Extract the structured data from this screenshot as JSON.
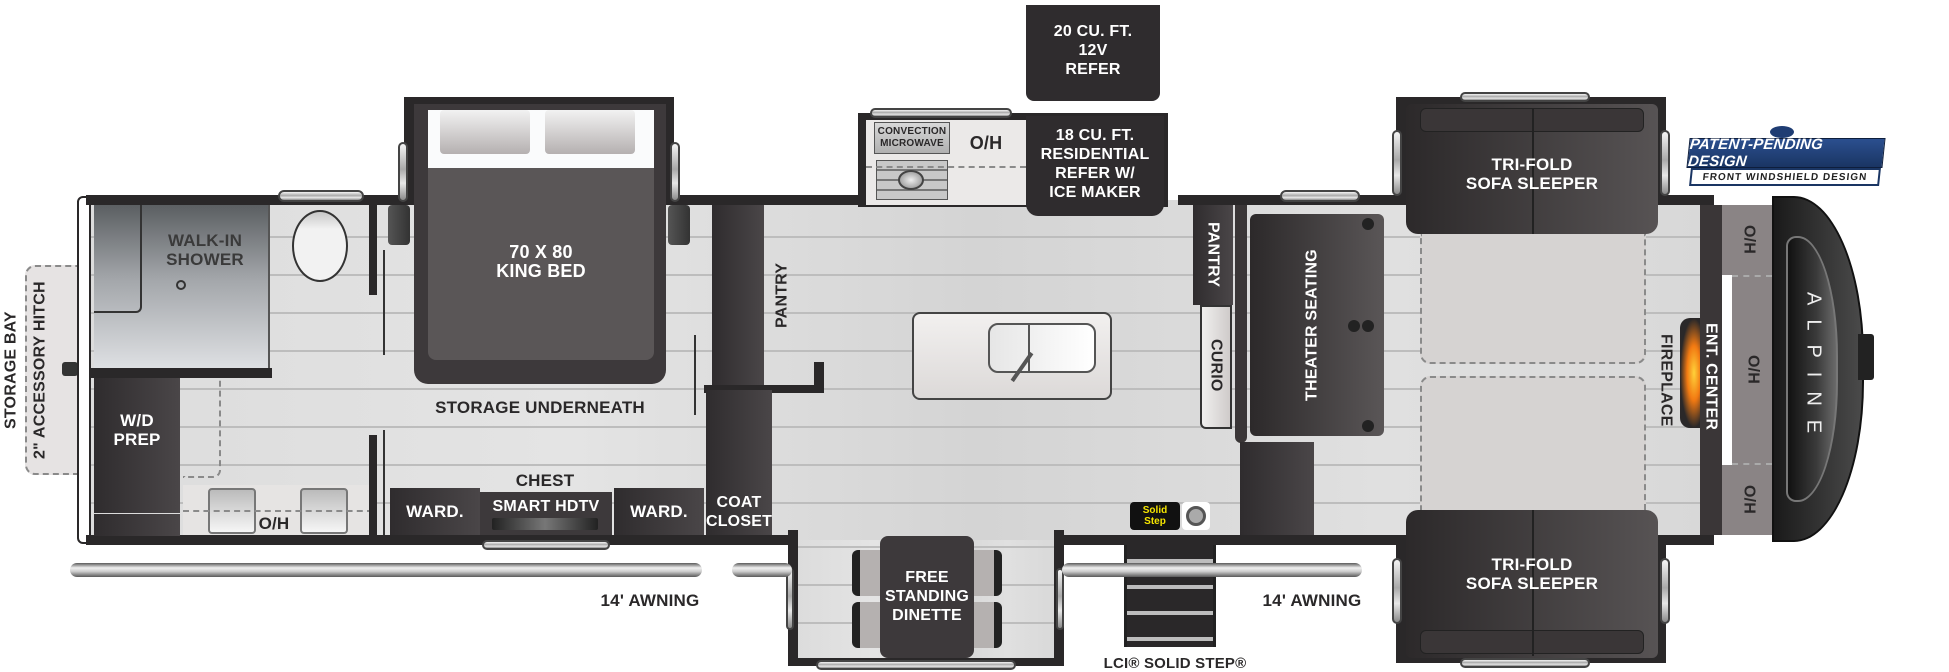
{
  "brand": {
    "model_name": "ALPINE",
    "badge_title": "PATENT-PENDING DESIGN",
    "badge_subtitle": "FRONT WINDSHIELD DESIGN",
    "colors": {
      "wall": "#2a2829",
      "furniture": "#3d393b",
      "floor": "#d9d9d9",
      "badge_blue": "#1f3d73",
      "solid_step_yellow": "#f5e500"
    }
  },
  "exterior": {
    "storage_bay": "STORAGE BAY",
    "accessory_hitch": "2\" ACCESSORY HITCH",
    "awning_rear": "14' AWNING",
    "awning_front": "14' AWNING",
    "entry_step": "LCI® SOLID STEP®",
    "solid_step_badge_line1": "Solid",
    "solid_step_badge_line2": "Step"
  },
  "bathroom": {
    "shower": "WALK-IN\nSHOWER",
    "shower_line1": "WALK-IN",
    "shower_line2": "SHOWER",
    "wd_prep_line1": "W/D",
    "wd_prep_line2": "PREP",
    "vanity_overhead": "O/H"
  },
  "bedroom": {
    "bed_line1": "70 X 80",
    "bed_line2": "KING BED",
    "storage": "STORAGE UNDERNEATH",
    "wardrobe_left": "WARD.",
    "wardrobe_right": "WARD.",
    "chest_label": "CHEST",
    "tv_label": "SMART HDTV",
    "coat_closet_line1": "COAT",
    "coat_closet_line2": "CLOSET"
  },
  "kitchen": {
    "pantry_rear": "PANTRY",
    "microwave_line1": "CONVECTION",
    "microwave_line2": "MICROWAVE",
    "overhead": "O/H",
    "refer_residential_lines": [
      "18 CU. FT.",
      "RESIDENTIAL",
      "REFER W/",
      "ICE MAKER"
    ],
    "refer_12v_lines": [
      "20 CU. FT.",
      "12V",
      "REFER"
    ],
    "pantry_front": "PANTRY",
    "curio": "CURIO"
  },
  "dinette": {
    "lines": [
      "FREE",
      "STANDING",
      "DINETTE"
    ]
  },
  "living": {
    "theater_seating": "THEATER SEATING",
    "sofa_top_line1": "TRI-FOLD",
    "sofa_top_line2": "SOFA SLEEPER",
    "sofa_bottom_line1": "TRI-FOLD",
    "sofa_bottom_line2": "SOFA SLEEPER",
    "fireplace": "FIREPLACE",
    "ent_center": "ENT. CENTER",
    "overheads": [
      "O/H",
      "O/H",
      "O/H"
    ]
  }
}
